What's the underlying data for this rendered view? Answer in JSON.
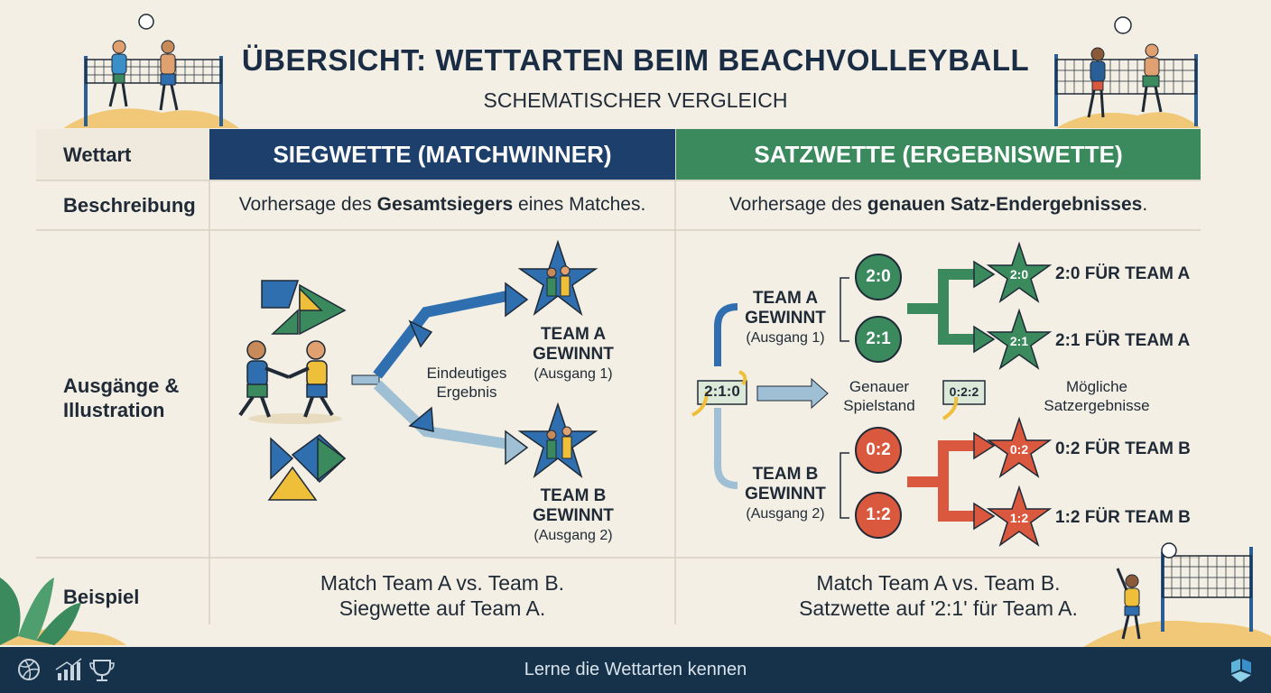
{
  "header": {
    "title": "ÜBERSICHT: WETTARTEN BEIM BEACHVOLLEYBALL",
    "subtitle": "SCHEMATISCHER VERGLEICH"
  },
  "rows": {
    "wettart": "Wettart",
    "beschreibung": "Beschreibung",
    "ausgaenge_line1": "Ausgänge &",
    "ausgaenge_line2": "Illustration",
    "beispiel": "Beispiel"
  },
  "columns": {
    "sieg": {
      "title": "SIEGWETTE (MATCHWINNER)",
      "color": "#1c3f6b",
      "desc_pre": "Vorhersage des ",
      "desc_bold": "Gesamtsiegers",
      "desc_post": " eines Matches.",
      "center_label_1": "Eindeutiges",
      "center_label_2": "Ergebnis",
      "outcome_a_1": "TEAM A",
      "outcome_a_2": "GEWINNT",
      "outcome_a_sub": "(Ausgang 1)",
      "outcome_b_1": "TEAM B",
      "outcome_b_2": "GEWINNT",
      "outcome_b_sub": "(Ausgang 2)",
      "example_1": "Match Team A vs. Team B.",
      "example_2": "Siegwette auf Team A."
    },
    "satz": {
      "title": "SATZWETTE (ERGEBNISWETTE)",
      "color": "#3a8a5e",
      "desc_pre": "Vorhersage des ",
      "desc_bold": "genauen Satz-Endergebnisses",
      "desc_post": ".",
      "team_a_1": "TEAM A",
      "team_a_2": "GEWINNT",
      "team_a_sub": "(Ausgang 1)",
      "team_b_1": "TEAM B",
      "team_b_2": "GEWINNT",
      "team_b_sub": "(Ausgang 2)",
      "score_board_left": "2:1:0",
      "score_board_mid": "0:2:2",
      "label_spielstand_1": "Genauer",
      "label_spielstand_2": "Spielstand",
      "label_moeglich_1": "Mögliche",
      "label_moeglich_2": "Satzergebnisse",
      "scores": [
        "2:0",
        "2:1",
        "0:2",
        "1:2"
      ],
      "results": [
        "2:0 FÜR TEAM A",
        "2:1 FÜR TEAM A",
        "0:2 FÜR TEAM B",
        "1:2 FÜR TEAM B"
      ],
      "example_1": "Match Team A vs. Team B.",
      "example_2": "Satzwette auf '2:1' für Team A."
    }
  },
  "colors": {
    "green": "#3a8a5e",
    "red": "#d9583e",
    "blue": "#2f6fb0",
    "light_blue": "#9fc0d4",
    "yellow": "#f0bf3a",
    "footer": "#16324a"
  },
  "footer": {
    "text": "Lerne die Wettarten kennen",
    "icons": [
      "volleyball-icon",
      "chart-icon",
      "trophy-icon",
      "logo-icon"
    ]
  }
}
